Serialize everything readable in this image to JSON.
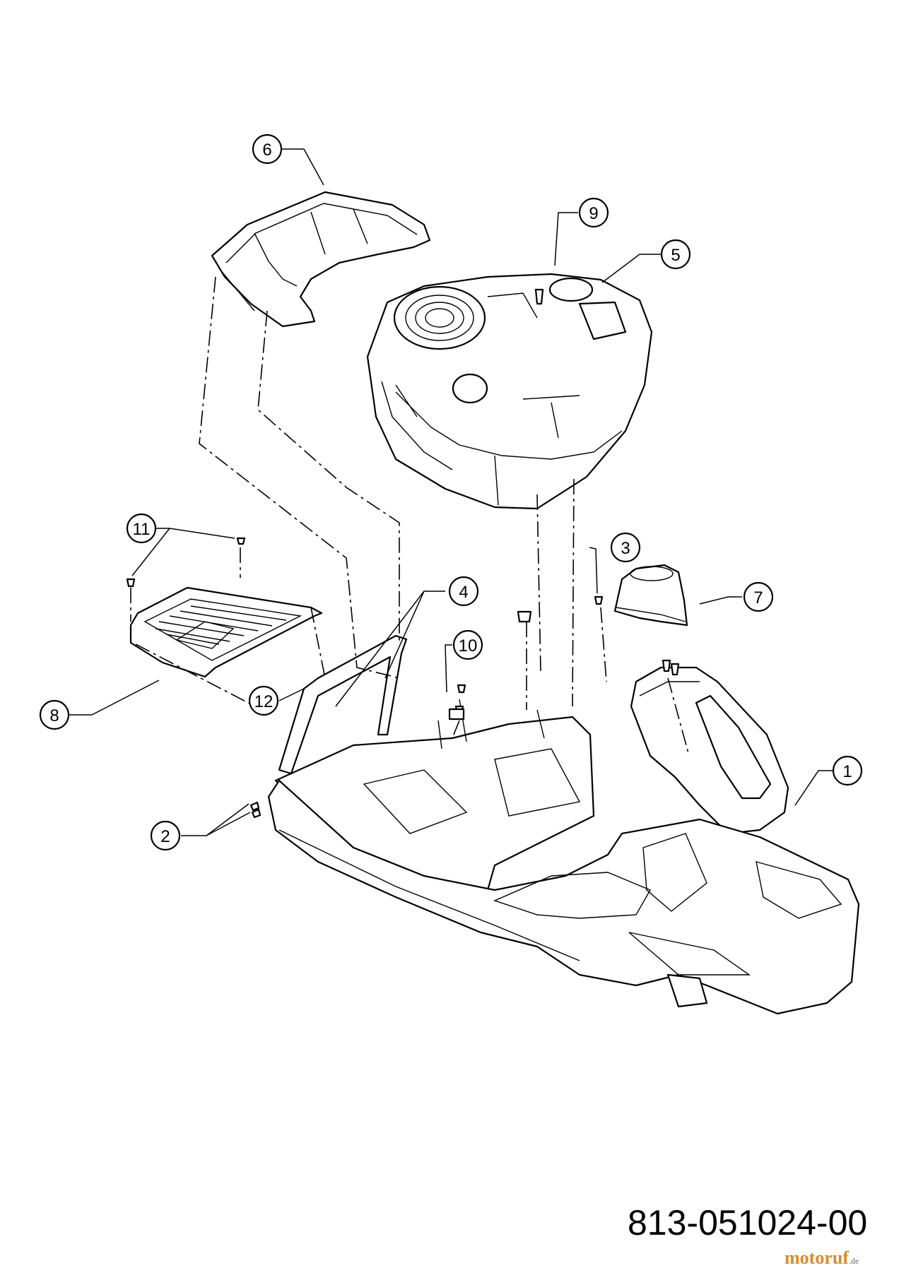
{
  "callouts": [
    {
      "id": "1",
      "label": "1"
    },
    {
      "id": "2",
      "label": "2"
    },
    {
      "id": "3",
      "label": "3"
    },
    {
      "id": "4",
      "label": "4"
    },
    {
      "id": "5",
      "label": "5"
    },
    {
      "id": "6",
      "label": "6"
    },
    {
      "id": "7",
      "label": "7"
    },
    {
      "id": "8",
      "label": "8"
    },
    {
      "id": "9",
      "label": "9"
    },
    {
      "id": "10",
      "label": "10"
    },
    {
      "id": "11",
      "label": "11"
    },
    {
      "id": "12",
      "label": "12"
    }
  ],
  "part_number": "813-051024-00",
  "watermark": {
    "brand": "motoruf",
    "suffix": ".de"
  },
  "colors": {
    "ink": "#000000",
    "background": "#ffffff",
    "watermark": "#d98c2b"
  }
}
